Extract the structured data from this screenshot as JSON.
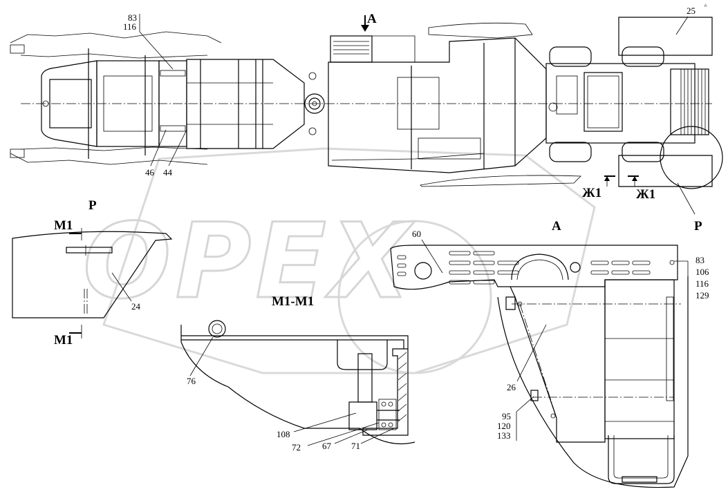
{
  "watermark": "OPEX",
  "corner_mark": "⁂",
  "views": {
    "view_a_arrow": "А",
    "view_a_title": "А",
    "section_p_top": "Р",
    "section_p_bottom": "Р",
    "section_zh1_left": "Ж1",
    "section_zh1_right": "Ж1",
    "section_m1_left_top": "М1",
    "section_m1_left_bottom": "М1",
    "section_m1_title": "М1-М1"
  },
  "callouts": {
    "c83_116_a": "83",
    "c83_116_b": "116",
    "c46": "46",
    "c44": "44",
    "c25": "25",
    "c24": "24",
    "c60": "60",
    "c83_106_116_129_a": "83",
    "c83_106_116_129_b": "106",
    "c83_106_116_129_c": "116",
    "c83_106_116_129_d": "129",
    "c26": "26",
    "c95_120_133_a": "95",
    "c95_120_133_b": "120",
    "c95_120_133_c": "133",
    "c76": "76",
    "c108": "108",
    "c72": "72",
    "c67": "67",
    "c71": "71"
  }
}
